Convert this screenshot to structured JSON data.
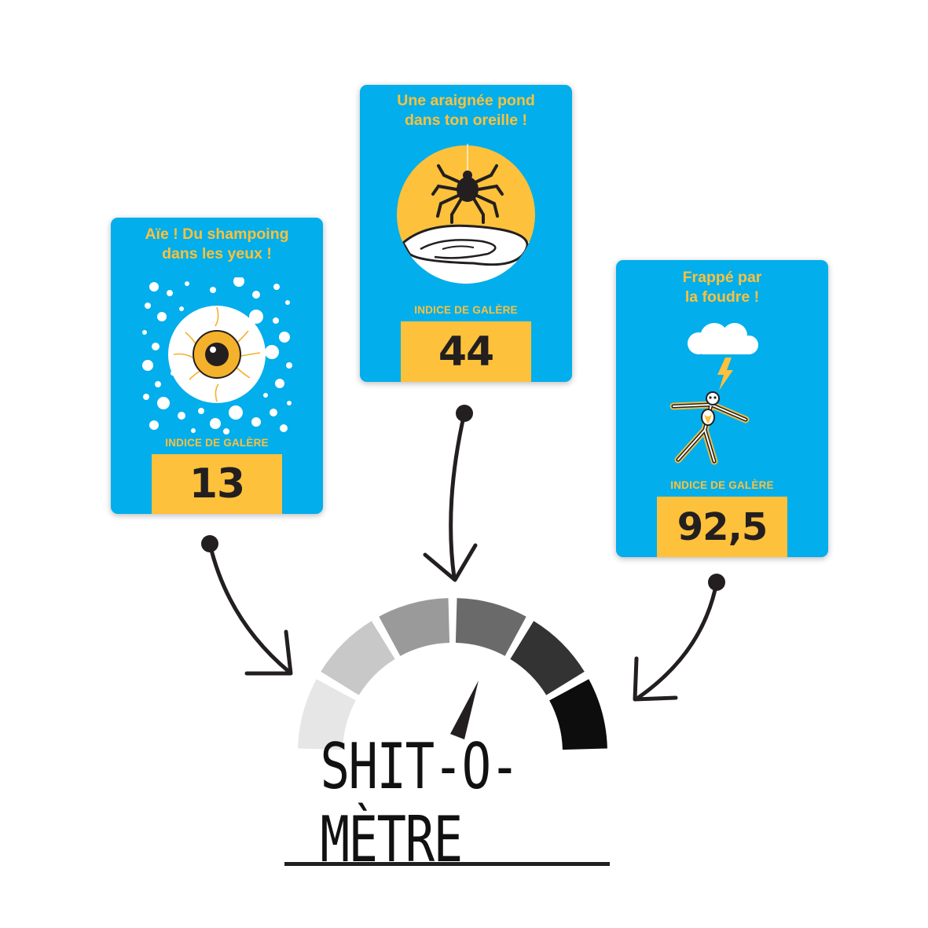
{
  "colors": {
    "card_blue": "#02aeec",
    "accent_yellow": "#fdc13b",
    "ink": "#231f20",
    "gauge_segments": [
      "#e6e6e6",
      "#c8c8c8",
      "#9a9a9a",
      "#6a6a6a",
      "#333333",
      "#0d0d0d"
    ]
  },
  "cards": [
    {
      "title_line1": "Aïe ! Du shampoing",
      "title_line2": "dans les yeux !",
      "illustration": "eyeball-bubbles-icon",
      "label": "INDICE DE GALÈRE",
      "score": "13"
    },
    {
      "title_line1": "Une araignée pond",
      "title_line2": "dans ton oreille !",
      "illustration": "spider-ear-icon",
      "label": "INDICE DE GALÈRE",
      "score": "44"
    },
    {
      "title_line1": "Frappé par",
      "title_line2": "la foudre !",
      "illustration": "lightning-skeleton-icon",
      "label": "INDICE DE GALÈRE",
      "score": "92,5"
    }
  ],
  "gauge": {
    "logo": "SHIT-O-MÈTRE",
    "icon": "gauge-icon",
    "segment_count": 6
  }
}
